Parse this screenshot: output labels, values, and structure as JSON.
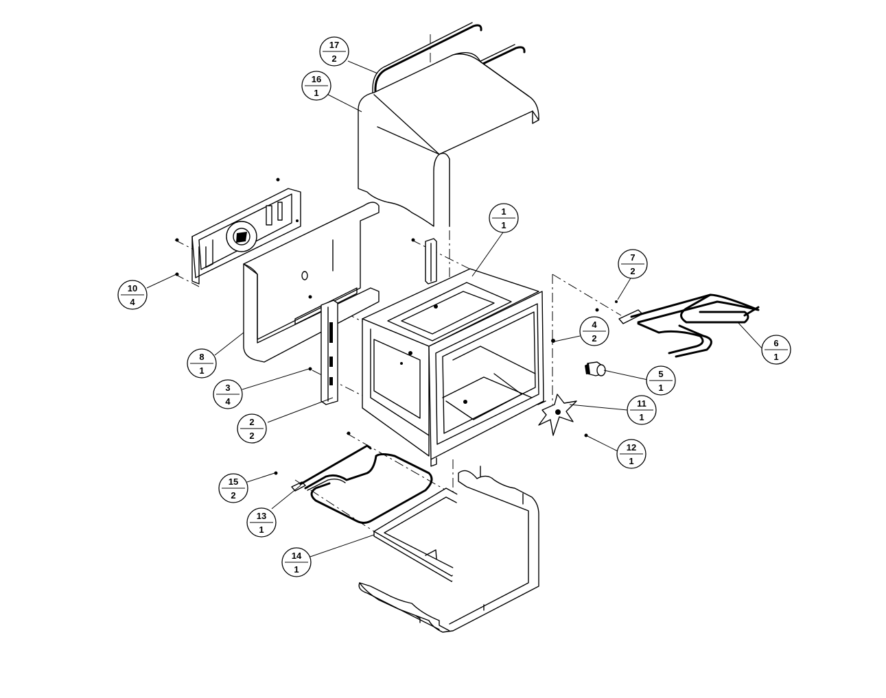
{
  "callouts": [
    {
      "id": "c1",
      "part": "1",
      "qty": "1"
    },
    {
      "id": "c2",
      "part": "2",
      "qty": "2"
    },
    {
      "id": "c3",
      "part": "3",
      "qty": "4"
    },
    {
      "id": "c4",
      "part": "4",
      "qty": "2"
    },
    {
      "id": "c5",
      "part": "5",
      "qty": "1"
    },
    {
      "id": "c6",
      "part": "6",
      "qty": "1"
    },
    {
      "id": "c7",
      "part": "7",
      "qty": "2"
    },
    {
      "id": "c8",
      "part": "8",
      "qty": "1"
    },
    {
      "id": "c10",
      "part": "10",
      "qty": "4"
    },
    {
      "id": "c11",
      "part": "11",
      "qty": "1"
    },
    {
      "id": "c12",
      "part": "12",
      "qty": "1"
    },
    {
      "id": "c13",
      "part": "13",
      "qty": "1"
    },
    {
      "id": "c14",
      "part": "14",
      "qty": "1"
    },
    {
      "id": "c15",
      "part": "15",
      "qty": "2"
    },
    {
      "id": "c16",
      "part": "16",
      "qty": "1"
    },
    {
      "id": "c17",
      "part": "17",
      "qty": "2"
    }
  ]
}
